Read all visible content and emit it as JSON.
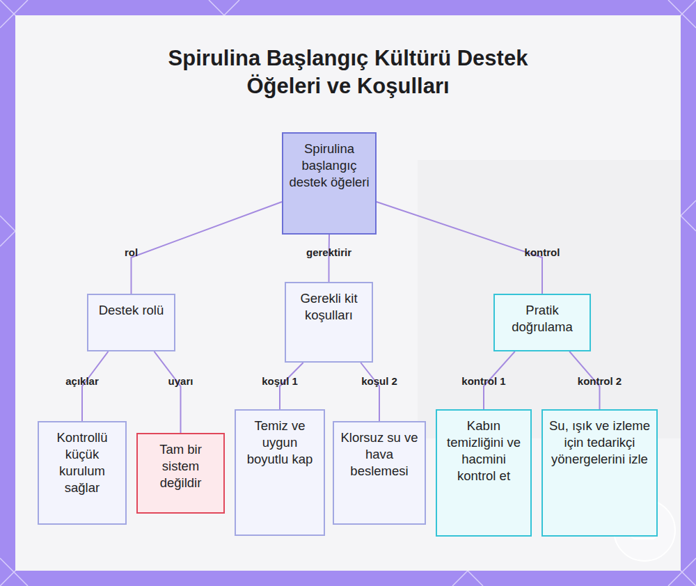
{
  "diagram": {
    "title": "Spirulina Başlangıç Kültürü Destek Öğeleri ve Koşulları",
    "nodes": [
      {
        "text": [
          "Spirulina başlangıç destek öğeleri"
        ]
      },
      {
        "text": [
          "Destek rolü"
        ]
      },
      {
        "text": [
          "Gerekli kit koşulları"
        ]
      },
      {
        "text": [
          "Pratik doğrulama"
        ]
      },
      {
        "text": [
          "Kontrollü küçük kurulum sağlar"
        ]
      },
      {
        "text": [
          "Tam bir sistem değildir"
        ]
      },
      {
        "text": [
          "Temiz ve uygun boyutlu kap"
        ]
      },
      {
        "text": [
          "Klorsuz su ve hava beslemesi"
        ]
      },
      {
        "text": [
          "Kabın temizliğini ve hacmini kontrol et"
        ]
      },
      {
        "text": [
          "Su, ışık ve izleme için tedarikçi yönergelerini izle"
        ]
      }
    ],
    "edges": [
      {
        "from": 0,
        "to": 1,
        "label": "rol",
        "arrow": "none"
      },
      {
        "from": 0,
        "to": 2,
        "label": "gerektirir",
        "arrow": "none"
      },
      {
        "from": 0,
        "to": 3,
        "label": "kontrol",
        "arrow": "none"
      },
      {
        "from": 1,
        "to": 4,
        "label": "açıklar",
        "arrow": "none"
      },
      {
        "from": 1,
        "to": 5,
        "label": "uyarı",
        "arrow": "none"
      },
      {
        "from": 2,
        "to": 6,
        "label": "koşul 1",
        "arrow": "none"
      },
      {
        "from": 2,
        "to": 7,
        "label": "koşul 2",
        "arrow": "none"
      },
      {
        "from": 3,
        "to": 8,
        "label": "kontrol 1",
        "arrow": "none"
      },
      {
        "from": 3,
        "to": 9,
        "label": "kontrol 2",
        "arrow": "none"
      }
    ]
  }
}
